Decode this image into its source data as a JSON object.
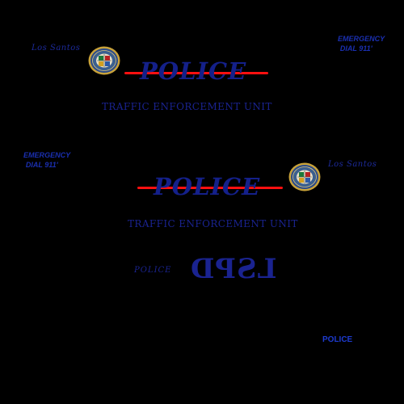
{
  "colors": {
    "background": "#000000",
    "text_blue": "#1a2390",
    "accent_red": "#ff1010",
    "seal_gold": "#c8a23a",
    "seal_blue": "#2a4a8a"
  },
  "livery": {
    "top_panel": {
      "city_script": "Los Santos",
      "emergency_line1": "EMERGENCY",
      "emergency_line2": "DIAL 911'",
      "police_title": "POLICE",
      "unit_name": "TRAFFIC ENFORCEMENT UNIT",
      "seal_icon": "city-seal-icon"
    },
    "middle_panel": {
      "emergency_line1": "EMERGENCY",
      "emergency_line2": "DIAL 911'",
      "police_title": "POLICE",
      "city_script": "Los Santos",
      "unit_name": "TRAFFIC ENFORCEMENT UNIT",
      "seal_icon": "city-seal-icon"
    },
    "rear_panel": {
      "police_small": "POLICE",
      "lspd_mirrored": "LSPD"
    },
    "tag": {
      "police_label": "POLICE"
    }
  }
}
